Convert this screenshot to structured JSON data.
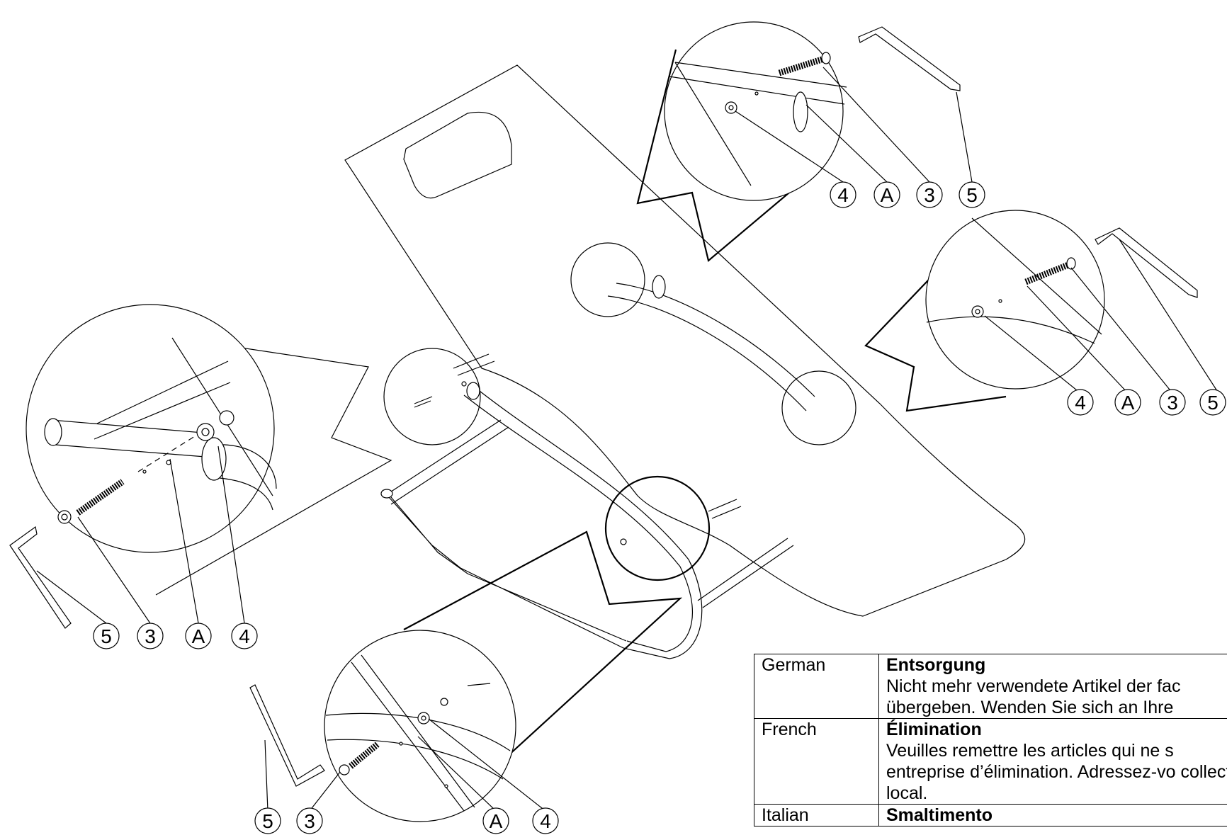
{
  "callouts": {
    "top_detail": [
      "4",
      "A",
      "3",
      "5"
    ],
    "right_detail": [
      "4",
      "A",
      "3",
      "5"
    ],
    "left_detail": [
      "5",
      "3",
      "A",
      "4"
    ],
    "bottom_detail": [
      "5",
      "3",
      "A",
      "4"
    ]
  },
  "disposal_table": {
    "rows": [
      {
        "language": "German",
        "heading": "Entsorgung",
        "text": "Nicht mehr verwendete Artikel der fac übergeben. Wenden Sie sich an Ihre"
      },
      {
        "language": "French",
        "heading": "Élimination",
        "text": "Veuilles remettre les articles qui ne s entreprise d’élimination. Adressez-vo collecte local."
      },
      {
        "language": "Italian",
        "heading": "Smaltimento",
        "text": ""
      }
    ]
  }
}
